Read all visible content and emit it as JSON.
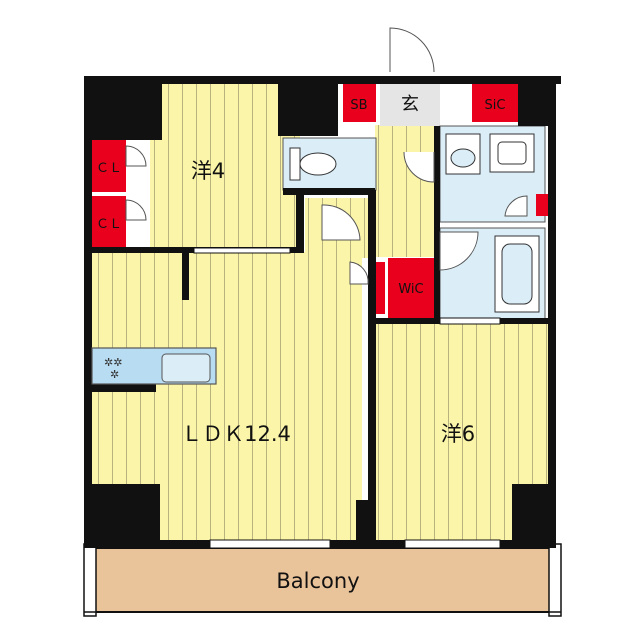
{
  "rooms": {
    "western_4": "洋4",
    "western_6": "洋6",
    "ldk": "ＬＤＫ12.4",
    "balcony": "Balcony",
    "entrance": "玄",
    "shoe_box": "SB",
    "shoes_in_closet": "SiC",
    "walk_in_closet": "WiC",
    "closet_upper": "ＣＬ",
    "closet_lower": "ＣＬ"
  },
  "colors": {
    "floor_wood": "#fbf5a9",
    "floor_stripe": "#b7b27e",
    "wet_area": "#dbeef8",
    "storage_red": "#e8001c",
    "wall": "#111111",
    "balcony": "#e9c39a",
    "entrance_floor": "#e5e5e5",
    "counter": "#b8dcf2"
  },
  "icons": [
    "toilet-icon",
    "washbasin-icon",
    "washing-machine-icon",
    "bathtub-icon",
    "stove-icon",
    "kitchen-sink-icon",
    "door-swing-icon"
  ]
}
